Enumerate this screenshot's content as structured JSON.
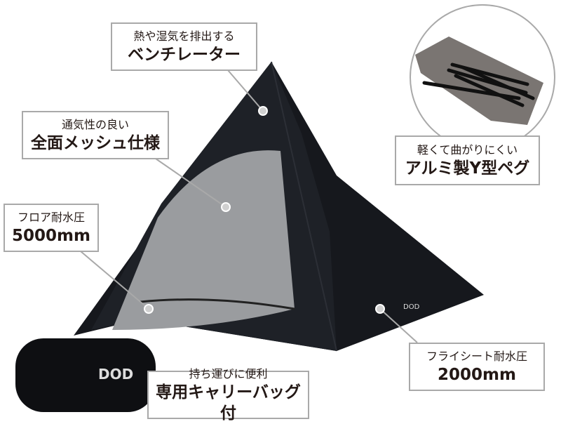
{
  "callouts": {
    "ventilator": {
      "sub": "熱や湿気を排出する",
      "main": "ベンチレーター"
    },
    "mesh": {
      "sub": "通気性の良い",
      "main": "全面メッシュ仕様"
    },
    "floor": {
      "sub": "フロア耐水圧",
      "main": "5000mm"
    },
    "pegs": {
      "sub": "軽くて曲がりにくい",
      "main": "アルミ製Y型ペグ"
    },
    "flysheet": {
      "sub": "フライシート耐水圧",
      "main": "2000mm"
    },
    "bag": {
      "sub": "持ち運びに便利",
      "main": "専用キャリーバッグ付"
    }
  },
  "brand_logo": "DOD",
  "colors": {
    "tent": "#16181d",
    "mesh": "#9a9c9f",
    "border": "#a9a9a9",
    "text": "#231815"
  }
}
